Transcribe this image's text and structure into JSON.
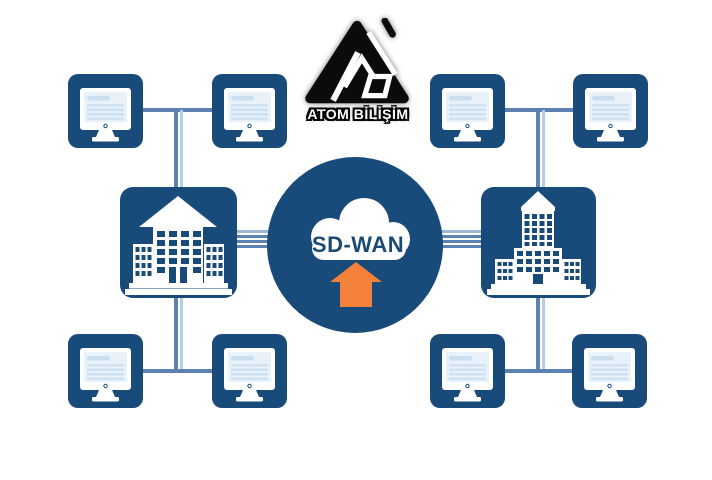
{
  "brand": {
    "name": "ATOM BİLİŞİM",
    "logo_icon": "atom-bilisim-triangle-logo"
  },
  "center_hub": {
    "label": "SD-WAN",
    "icons": [
      "cloud-icon",
      "up-arrow-icon"
    ],
    "circle_color": "#184a7a",
    "cloud_color": "#ffffff",
    "label_color": "#1b4a74",
    "arrow_color": "#f5823a"
  },
  "sites": [
    {
      "id": "left-office",
      "icon": "office-building-icon",
      "workstation_count": 4
    },
    {
      "id": "right-office",
      "icon": "skyscraper-building-icon",
      "workstation_count": 4
    }
  ],
  "workstations": [
    {
      "id": "ws-top-left-outer",
      "icon": "desktop-monitor-icon"
    },
    {
      "id": "ws-top-left-inner",
      "icon": "desktop-monitor-icon"
    },
    {
      "id": "ws-top-right-inner",
      "icon": "desktop-monitor-icon"
    },
    {
      "id": "ws-top-right-outer",
      "icon": "desktop-monitor-icon"
    },
    {
      "id": "ws-bottom-left-outer",
      "icon": "desktop-monitor-icon"
    },
    {
      "id": "ws-bottom-left-inner",
      "icon": "desktop-monitor-icon"
    },
    {
      "id": "ws-bottom-right-inner",
      "icon": "desktop-monitor-icon"
    },
    {
      "id": "ws-bottom-right-outer",
      "icon": "desktop-monitor-icon"
    }
  ],
  "colors": {
    "node_background": "#184a7a",
    "line_primary": "#5d81b0",
    "line_secondary": "#b7cde6",
    "stripe_light": "#9db6d4",
    "screen_fill": "#e9f1fa",
    "background": "#ffffff"
  }
}
